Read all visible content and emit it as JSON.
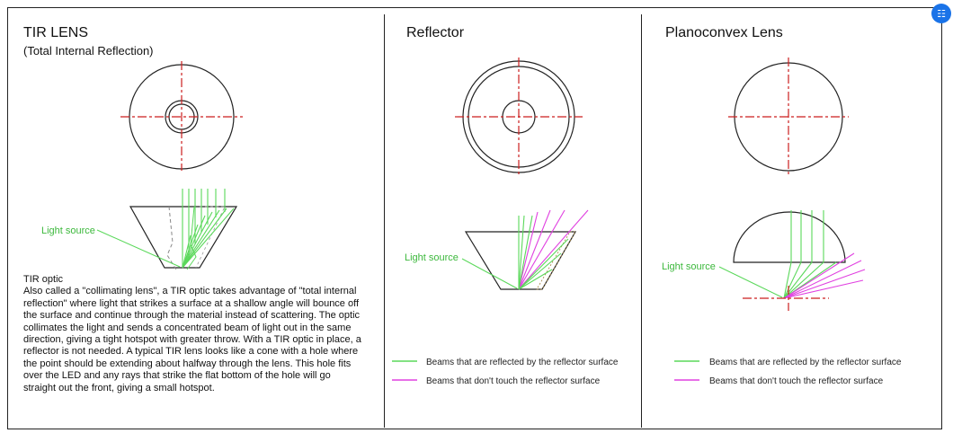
{
  "panels": [
    {
      "title": "TIR LENS",
      "subtitle": "(Total Internal Reflection)"
    },
    {
      "title": "Reflector"
    },
    {
      "title": "Planoconvex Lens"
    }
  ],
  "labels": {
    "light_source": "Light source"
  },
  "description": {
    "heading": "TIR optic",
    "body": "Also called a \"collimating lens\", a TIR optic takes advantage of \"total internal reflection\" where light that strikes a surface at a shallow angle will bounce off the surface and continue through the material instead of scattering. The optic collimates the light and sends a concentrated beam of light out in the same direction, giving a tight hotspot with greater throw. With a TIR optic in place, a reflector is not needed. A typical TIR lens looks like a cone with a hole where the point should be extending about halfway through the lens. This hole fits over the LED and any rays that strike the flat bottom of the hole will go straight out the front, giving a small hotspot."
  },
  "legend": {
    "reflected": "Beams that are reflected by the reflector surface",
    "not_touching": "Beams that don't touch the reflector surface"
  },
  "colors": {
    "reflected": "#5ad85a",
    "not_touching": "#e040e0",
    "centerline": "#cc1f1f",
    "outline": "#222222"
  },
  "icons": {
    "corner": "translate-icon"
  }
}
